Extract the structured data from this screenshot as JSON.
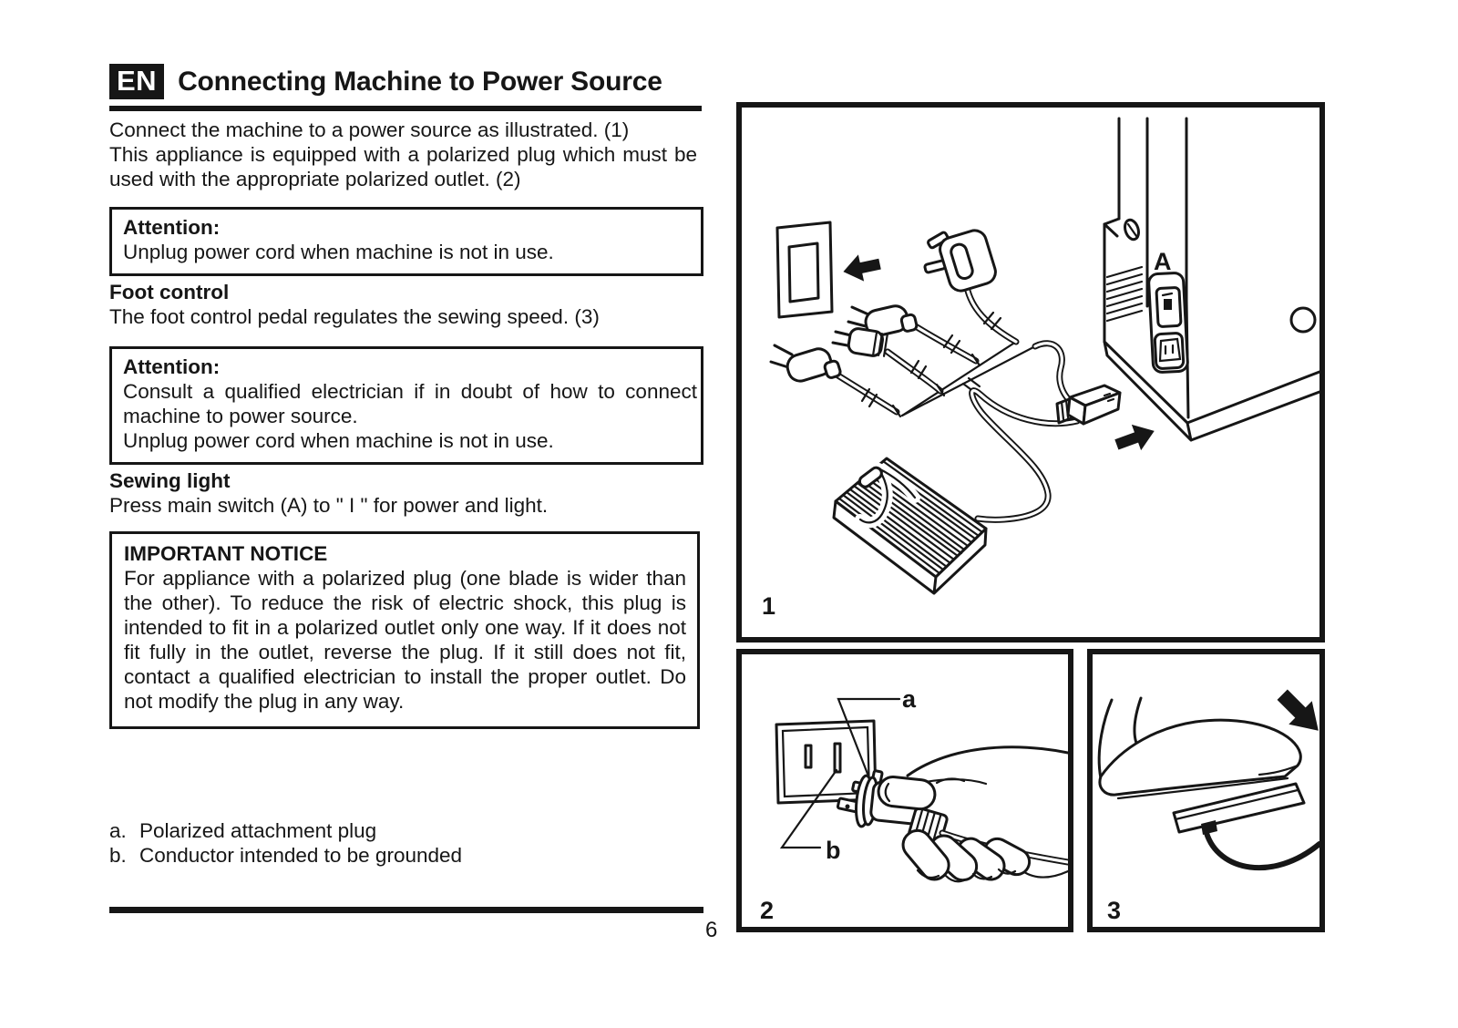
{
  "header": {
    "lang_badge": "EN",
    "title": "Connecting Machine to Power Source"
  },
  "intro": {
    "p1": "Connect the machine to a power source as illustrated. (1)",
    "p2": "This appliance is equipped with a polarized plug which must be used with the appropriate polarized outlet. (2)"
  },
  "attention1": {
    "heading": "Attention:",
    "body": "Unplug power cord when machine is not in use."
  },
  "foot_control": {
    "heading": "Foot control",
    "body": "The foot control pedal regulates the sewing speed. (3)"
  },
  "attention2": {
    "heading": "Attention:",
    "line1": "Consult a qualified electrician if in doubt of how to connect machine to power source.",
    "line2": "Unplug power cord when machine is not in use."
  },
  "sewing_light": {
    "heading": "Sewing light",
    "body": "Press main switch (A) to \" I \" for power and light."
  },
  "important_notice": {
    "heading": "IMPORTANT NOTICE",
    "body": "For appliance with a polarized plug (one blade is wider than the other). To reduce the risk of electric shock, this plug is intended to fit in a polarized outlet only one way. If it does not fit fully in the outlet, reverse the plug. If it still does not fit, contact a qualified electrician to install the proper outlet. Do not modify the plug in any way."
  },
  "legend": {
    "item_a_key": "a.",
    "item_a_text": "Polarized attachment plug",
    "item_b_key": "b.",
    "item_b_text": "Conductor intended to be grounded"
  },
  "figures": {
    "fig1": {
      "number": "1",
      "switch_label": "A"
    },
    "fig2": {
      "number": "2",
      "label_a": "a",
      "label_b": "b"
    },
    "fig3": {
      "number": "3"
    }
  },
  "icons": {
    "outlet_arrow": "arrow-left",
    "connector_arrow": "arrow-right",
    "pedal_press_arrow": "arrow-down-right"
  },
  "footer": {
    "page_number": "6"
  },
  "colors": {
    "ink": "#161616",
    "paper": "#ffffff"
  }
}
